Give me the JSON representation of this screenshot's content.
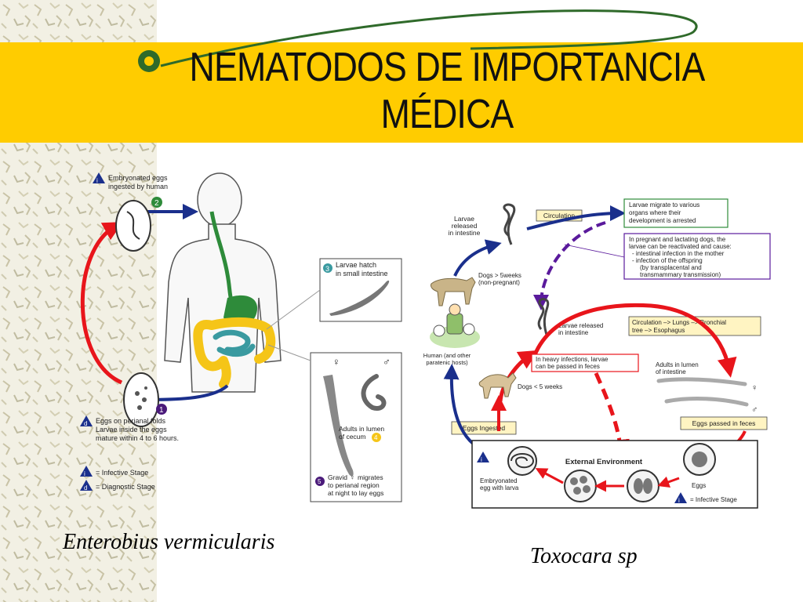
{
  "slide": {
    "title_line1": "NEMATODOS DE IMPORTANCIA",
    "title_line2": "MÉDICA"
  },
  "captions": {
    "left": "Enterobius vermicularis",
    "right": "Toxocara sp"
  },
  "enterobius": {
    "step1_label_line1": "Embryonated eggs",
    "step1_label_line2": "ingested by human",
    "step2_badge": "2",
    "step3_badge": "3",
    "step3_label_line1": "Larvae hatch",
    "step3_label_line2": "in small intestine",
    "step4_label_line1": "Adults in lumen",
    "step4_label_line2": "of cecum",
    "step4_badge": "4",
    "step5_badge": "5",
    "step5_label_line1": "Gravid",
    "step5_label_line1b": "migrates",
    "step5_label_line2": "to perianal region",
    "step5_label_line3": "at night to lay eggs",
    "stepd_label_line1": "Eggs on perianal folds",
    "stepd_label_line2": "Larvae inside the eggs",
    "stepd_label_line3": "mature within 4 to 6 hours.",
    "step1_badge": "1",
    "female_symbol": "♀",
    "male_symbol": "♂",
    "legend_infective": "= Infective Stage",
    "legend_diagnostic": "= Diagnostic Stage",
    "infective_mark": "i",
    "diagnostic_mark": "d"
  },
  "toxocara": {
    "larvae_released_top_line1": "Larvae",
    "larvae_released_top_line2": "released",
    "larvae_released_top_line3": "in intestine",
    "circulation_top": "Circulation",
    "migrate_line1": "Larvae migrate to various",
    "migrate_line2": "organs where their",
    "migrate_line3": "development is arrested",
    "pregnant_line1": "In pregnant and lactating dogs, the",
    "pregnant_line2": "larvae can be reactivated and cause:",
    "pregnant_line3": "- intestinal infection in the mother",
    "pregnant_line4": "- infection of the offspring",
    "pregnant_line5": "(by transplacental and",
    "pregnant_line6": "transmammary transmission)",
    "dogs_over_line1": "Dogs > 5weeks",
    "dogs_over_line2": "(non-pregnant)",
    "human_line1": "Human (and other",
    "human_line2": "paratenic hosts)",
    "larvae_released_mid_line1": "Larvae released",
    "larvae_released_mid_line2": "in intestine",
    "circ_lungs_line1": "Circulation –> Lungs –> Bronchial",
    "circ_lungs_line2": "tree –> Esophagus",
    "heavy_line1": "In heavy infections, larvae",
    "heavy_line2": "can be passed in feces",
    "dogs_under": "Dogs < 5 weeks",
    "adults_line1": "Adults in lumen",
    "adults_line2": "of intestine",
    "eggs_ingested": "Eggs Ingested",
    "eggs_passed": "Eggs passed in feces",
    "external_env": "External Environment",
    "embryonated_line1": "Embryonated",
    "embryonated_line2": "egg with larva",
    "eggs_label": "Eggs",
    "infective_stage": "= Infective Stage",
    "infective_mark": "i",
    "female_symbol": "♀",
    "male_symbol": "♂"
  },
  "colors": {
    "title_band": "#ffcc00",
    "cycle_red": "#e8151b",
    "cycle_blue": "#1a2f8c",
    "dashed_purple": "#5a1a9c",
    "intestine_green": "#2e8b3a",
    "colon_yellow": "#f5c518",
    "small_intestine_teal": "#3a9aa0"
  }
}
